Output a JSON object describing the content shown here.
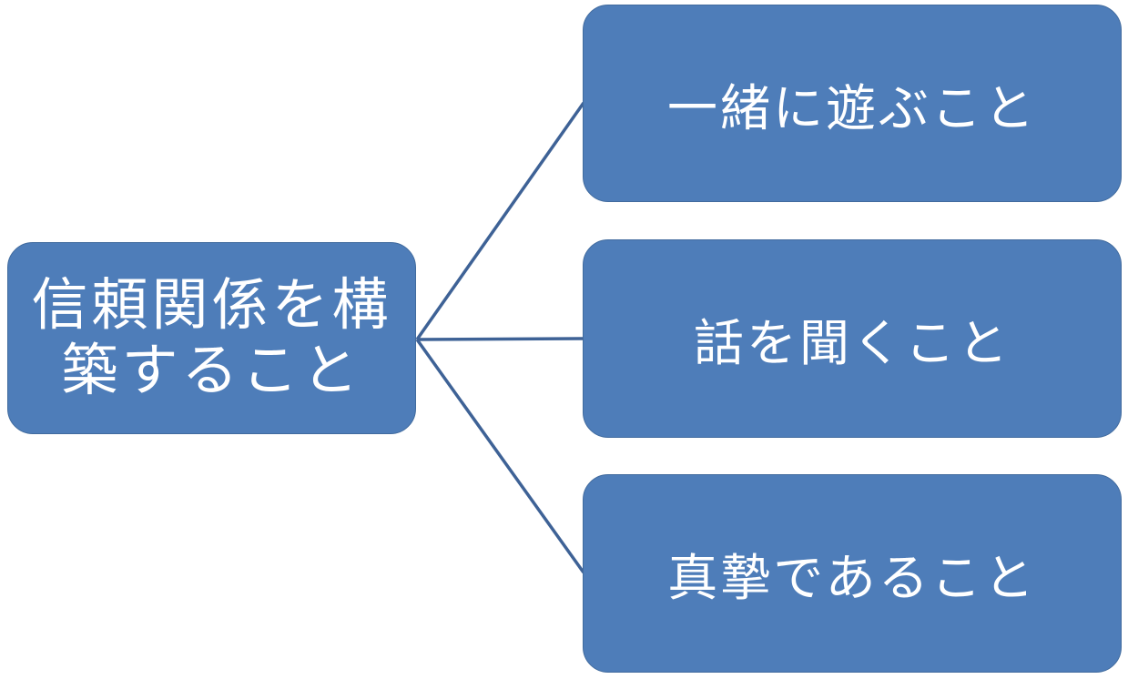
{
  "diagram": {
    "type": "hierarchy-smartart",
    "root": {
      "label": "信頼関係を構築すること",
      "lines": [
        "信頼関係を構",
        "築すること"
      ]
    },
    "children": [
      {
        "label": "一緒に遊ぶこと"
      },
      {
        "label": "話を聞くこと"
      },
      {
        "label": "真摯であること"
      }
    ],
    "colors": {
      "node_fill": "#4E7DB9",
      "node_border": "#416B9E",
      "connector": "#3E6296",
      "text": "#FFFFFF",
      "background": "#FFFFFF"
    }
  }
}
